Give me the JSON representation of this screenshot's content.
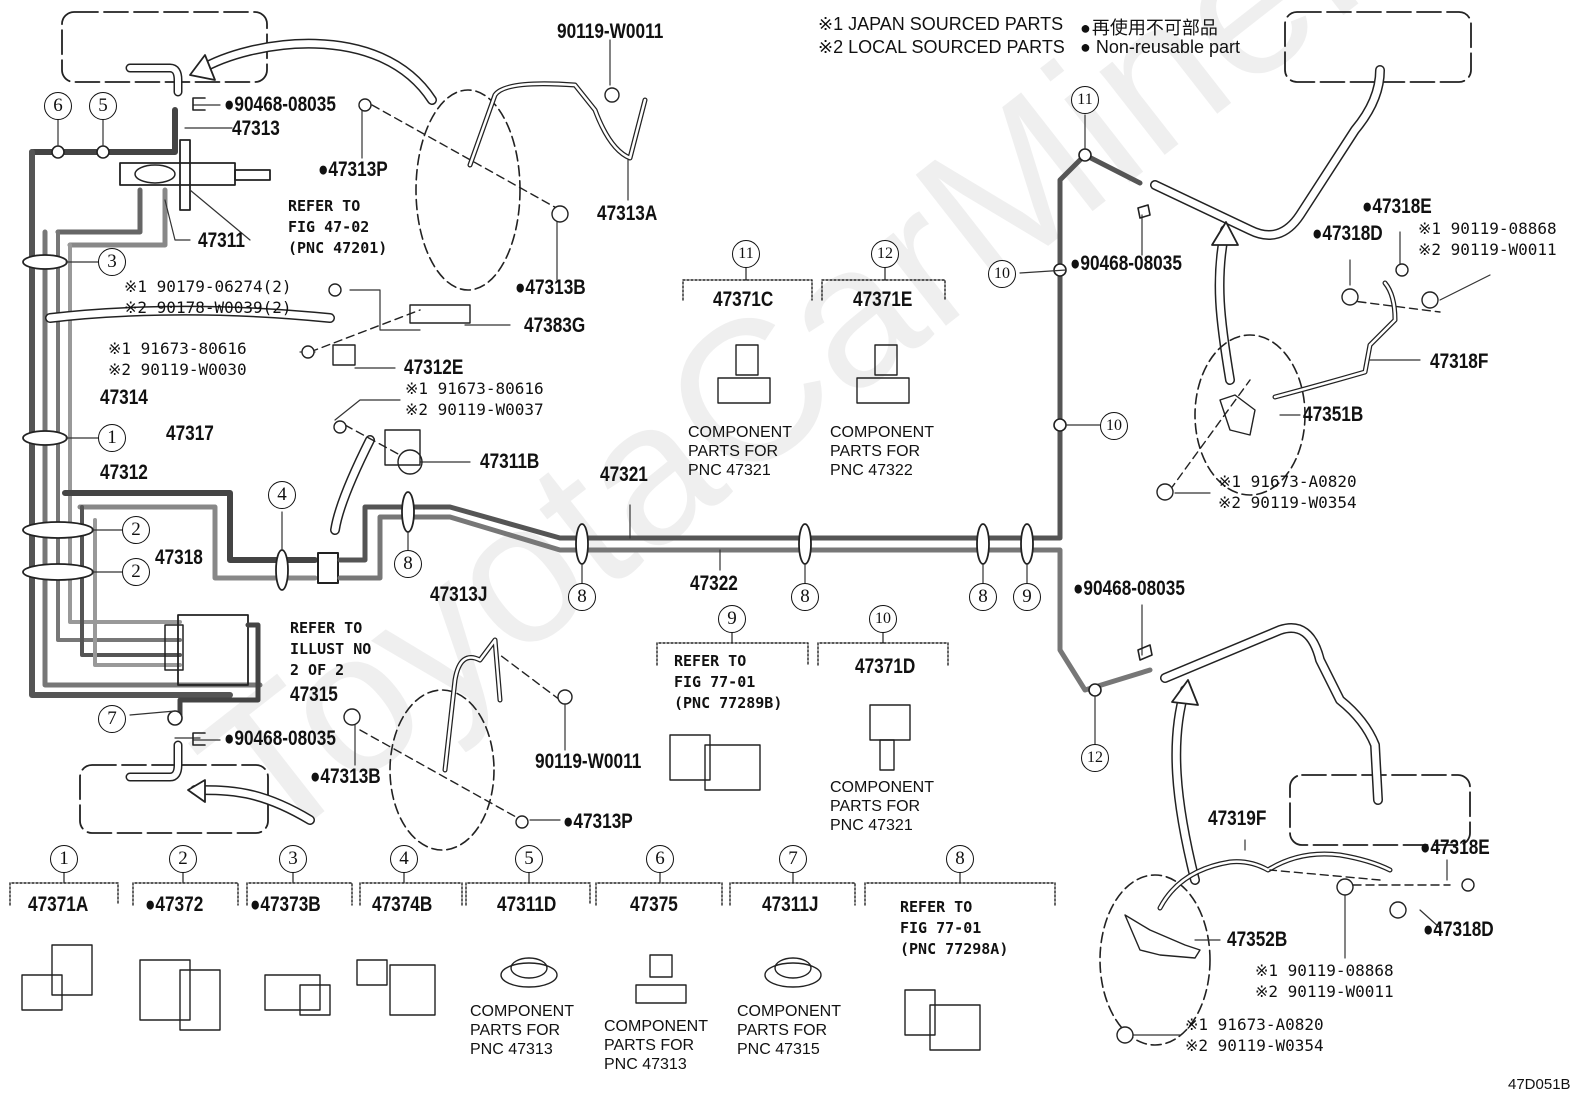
{
  "legend": {
    "japan_sourced": "※1 JAPAN SOURCED PARTS",
    "local_sourced": "※2 LOCAL SOURCED PARTS",
    "non_reusable_jp": "再使用不可部品",
    "non_reusable_en": "Non-reusable part"
  },
  "figure_code": "47D051B",
  "watermark": "ToyotaCarMine.ru",
  "main_labels": {
    "p90119_W0011_top": "90119-W0011",
    "p90468_top_left": "90468-08035",
    "p47313": "47313",
    "p47313P_top": "47313P",
    "p47313A": "47313A",
    "p47313B_top": "47313B",
    "p47311": "47311",
    "refer_47_02": "REFER TO\nFIG 47-02\n(PNC 47201)",
    "fastener_90179": "※1 90179-06274(2)\n※2 90178-W0039(2)",
    "p47383G": "47383G",
    "fastener_91673_a": "※1 91673-80616\n※2 90119-W0030",
    "p47312E": "47312E",
    "fastener_91673_b": "※1 91673-80616\n※2 90119-W0037",
    "p47311B": "47311B",
    "p47314": "47314",
    "p47317": "47317",
    "p47312": "47312",
    "p47318": "47318",
    "p47321": "47321",
    "p47322": "47322",
    "refer_illust": "REFER TO\nILLUST NO\n2 OF 2",
    "p47315": "47315",
    "p90468_bottom_left": "90468-08035",
    "p47313J": "47313J",
    "p90119_W0011_bottom": "90119-W0011",
    "p47313B_bottom": "47313B",
    "p47313P_bottom": "47313P",
    "p90468_right_top": "90468-08035",
    "p47318E_top": "47318E",
    "p47318D_top": "47318D",
    "fastener_08868_top": "※1 90119-08868\n※2 90119-W0011",
    "p47318F": "47318F",
    "p47351B": "47351B",
    "fastener_A0820_top": "※1 91673-A0820\n※2 90119-W0354",
    "p90468_right_bottom": "90468-08035",
    "p47319F": "47319F",
    "p47318E_bottom": "47318E",
    "p47318D_bottom": "47318D",
    "p47352B": "47352B",
    "fastener_08868_bottom": "※1 90119-08868\n※2 90119-W0011",
    "fastener_A0820_bottom": "※1 91673-A0820\n※2 90119-W0354"
  },
  "callouts": {
    "c6": "6",
    "c5": "5",
    "c3": "3",
    "c1": "1",
    "c2a": "2",
    "c2b": "2",
    "c4": "4",
    "c7": "7",
    "c8a": "8",
    "c8b": "8",
    "c8c": "8",
    "c8d": "8",
    "c9": "9",
    "c11": "11",
    "c10a": "10",
    "c10b": "10",
    "c12": "12"
  },
  "mid_components": [
    {
      "num": "11",
      "part": "47371C",
      "note": "COMPONENT\nPARTS FOR\nPNC 47321"
    },
    {
      "num": "12",
      "part": "47371E",
      "note": "COMPONENT\nPARTS FOR\nPNC 47322"
    },
    {
      "num": "9",
      "part": "",
      "refer": "REFER TO\nFIG 77-01\n(PNC 77289B)"
    },
    {
      "num": "10",
      "part": "47371D",
      "note": "COMPONENT\nPARTS FOR\nPNC 47321"
    }
  ],
  "bottom_components": [
    {
      "num": "1",
      "part": "47371A",
      "non_reusable": false,
      "note": ""
    },
    {
      "num": "2",
      "part": "47372",
      "non_reusable": true,
      "note": ""
    },
    {
      "num": "3",
      "part": "47373B",
      "non_reusable": true,
      "note": ""
    },
    {
      "num": "4",
      "part": "47374B",
      "non_reusable": false,
      "note": ""
    },
    {
      "num": "5",
      "part": "47311D",
      "non_reusable": false,
      "note": "COMPONENT\nPARTS FOR\nPNC 47313"
    },
    {
      "num": "6",
      "part": "47375",
      "non_reusable": false,
      "note": "COMPONENT\nPARTS FOR\nPNC 47313"
    },
    {
      "num": "7",
      "part": "47311J",
      "non_reusable": false,
      "note": "COMPONENT\nPARTS FOR\nPNC 47315"
    },
    {
      "num": "8",
      "part": "",
      "non_reusable": false,
      "refer": "REFER TO\nFIG 77-01\n(PNC 77298A)"
    }
  ]
}
